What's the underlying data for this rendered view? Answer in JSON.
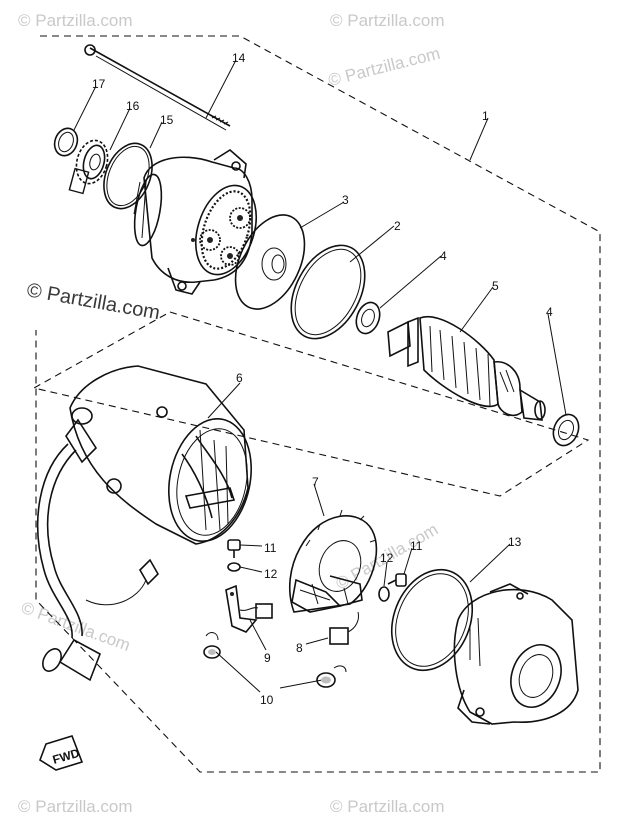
{
  "watermark": {
    "text": "© Partzilla.com",
    "color": "#c9c9c9"
  },
  "callouts": {
    "c1": "1",
    "c2": "2",
    "c3": "3",
    "c4a": "4",
    "c4b": "4",
    "c5": "5",
    "c6": "6",
    "c7": "7",
    "c8": "8",
    "c9": "9",
    "c10": "10",
    "c11a": "11",
    "c11b": "11",
    "c12a": "12",
    "c12b": "12",
    "c13": "13",
    "c14": "14",
    "c15": "15",
    "c16": "16",
    "c17": "17"
  },
  "fwd_badge": "FWD",
  "parts": [
    {
      "callout": "1",
      "icon": "starter-assembly-boundary"
    },
    {
      "callout": "2",
      "icon": "o-ring-icon"
    },
    {
      "callout": "3",
      "icon": "gasket-icon"
    },
    {
      "callout": "4",
      "icon": "washer-icon"
    },
    {
      "callout": "5",
      "icon": "armature-icon"
    },
    {
      "callout": "6",
      "icon": "yoke-housing-icon"
    },
    {
      "callout": "7",
      "icon": "brush-holder-plate-icon"
    },
    {
      "callout": "8",
      "icon": "brush-icon"
    },
    {
      "callout": "9",
      "icon": "brush-icon"
    },
    {
      "callout": "10",
      "icon": "grommet-icon"
    },
    {
      "callout": "11",
      "icon": "screw-icon"
    },
    {
      "callout": "12",
      "icon": "washer-icon"
    },
    {
      "callout": "13",
      "icon": "end-cover-icon"
    },
    {
      "callout": "14",
      "icon": "through-bolt-icon"
    },
    {
      "callout": "15",
      "icon": "o-ring-icon"
    },
    {
      "callout": "16",
      "icon": "gear-icon"
    },
    {
      "callout": "17",
      "icon": "circlip-icon"
    }
  ]
}
